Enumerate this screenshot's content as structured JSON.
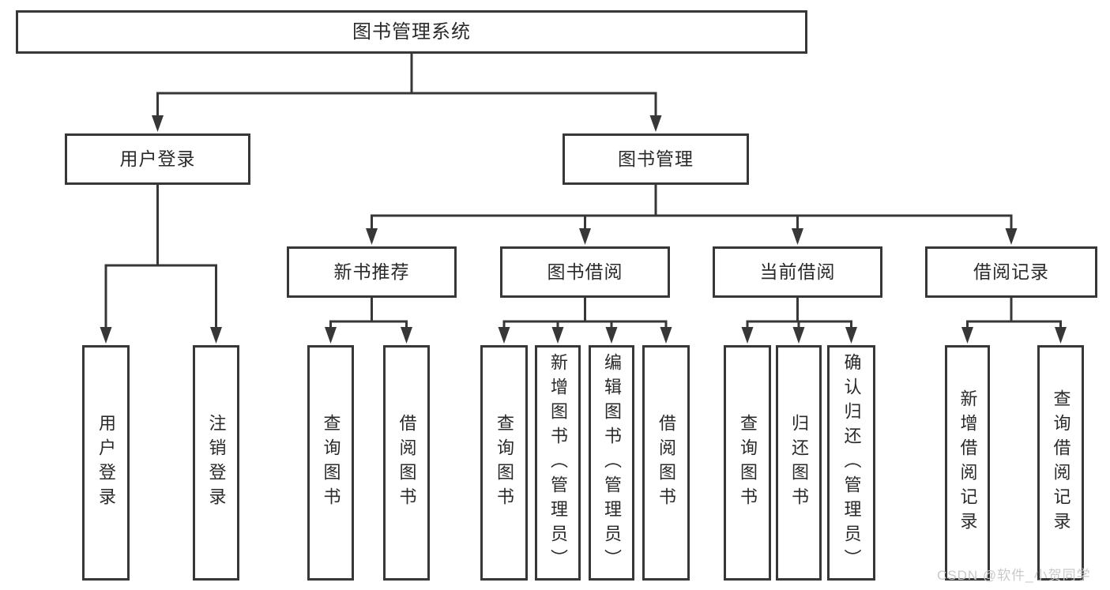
{
  "diagram": {
    "watermark": "CSDN @软件_小贺同学",
    "colors": {
      "line": "#373737",
      "text": "#2a2a2a",
      "box_fill": "#ffffff",
      "background": "#ffffff",
      "watermark": "#c9c9c9"
    },
    "nodes": [
      {
        "id": "root",
        "label": "图书管理系统",
        "parent": null,
        "orientation": "horizontal"
      },
      {
        "id": "user-login",
        "label": "用户登录",
        "parent": "root",
        "orientation": "horizontal"
      },
      {
        "id": "book-mgmt",
        "label": "图书管理",
        "parent": "root",
        "orientation": "horizontal"
      },
      {
        "id": "login",
        "label": "用户登录",
        "parent": "user-login",
        "orientation": "vertical"
      },
      {
        "id": "logout",
        "label": "注销登录",
        "parent": "user-login",
        "orientation": "vertical"
      },
      {
        "id": "new-books",
        "label": "新书推荐",
        "parent": "book-mgmt",
        "orientation": "horizontal"
      },
      {
        "id": "borrow",
        "label": "图书借阅",
        "parent": "book-mgmt",
        "orientation": "horizontal"
      },
      {
        "id": "current",
        "label": "当前借阅",
        "parent": "book-mgmt",
        "orientation": "horizontal"
      },
      {
        "id": "records",
        "label": "借阅记录",
        "parent": "book-mgmt",
        "orientation": "horizontal"
      },
      {
        "id": "nb-query",
        "label": "查询图书",
        "parent": "new-books",
        "orientation": "vertical"
      },
      {
        "id": "nb-borrow",
        "label": "借阅图书",
        "parent": "new-books",
        "orientation": "vertical"
      },
      {
        "id": "bb-query",
        "label": "查询图书",
        "parent": "borrow",
        "orientation": "vertical"
      },
      {
        "id": "bb-add",
        "label": "新增图书（管理员）",
        "parent": "borrow",
        "orientation": "vertical"
      },
      {
        "id": "bb-edit",
        "label": "编辑图书（管理员）",
        "parent": "borrow",
        "orientation": "vertical"
      },
      {
        "id": "bb-borrow",
        "label": "借阅图书",
        "parent": "borrow",
        "orientation": "vertical"
      },
      {
        "id": "cur-query",
        "label": "查询图书",
        "parent": "current",
        "orientation": "vertical"
      },
      {
        "id": "cur-return",
        "label": "归还图书",
        "parent": "current",
        "orientation": "vertical"
      },
      {
        "id": "cur-confirm",
        "label": "确认归还（管理员）",
        "parent": "current",
        "orientation": "vertical"
      },
      {
        "id": "rec-add",
        "label": "新增借阅记录",
        "parent": "records",
        "orientation": "vertical"
      },
      {
        "id": "rec-query",
        "label": "查询借阅记录",
        "parent": "records",
        "orientation": "vertical"
      }
    ]
  }
}
